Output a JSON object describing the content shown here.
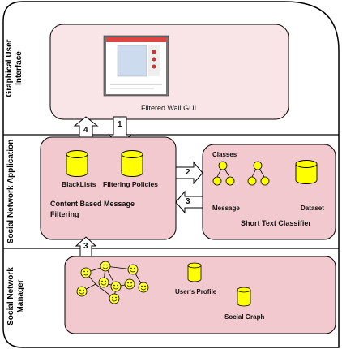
{
  "layers": {
    "gui": "Graphical User Interface",
    "app": "Social Network Application",
    "mgr": "Social Network Manager"
  },
  "gui_box": {
    "caption": "Filtered Wall GUI"
  },
  "cbmf": {
    "blacklists": "BlackLists",
    "filtering_policies": "Filtering Policies",
    "title": "Content Based Message Filtering"
  },
  "stc": {
    "classes": "Classes",
    "message": "Message",
    "dataset": "Dataset",
    "title": "Short Text Classifier"
  },
  "arrows": {
    "a1": "1",
    "a2": "2",
    "a3": "3",
    "a3b": "3",
    "a4": "4"
  },
  "manager": {
    "profile": "User's Profile",
    "graph": "Social Graph"
  },
  "colors": {
    "box": "#f2c9cf",
    "gui_box": "#f9e4e7",
    "db": "#ffff00",
    "face": "#ffff33",
    "stroke": "#000000"
  }
}
